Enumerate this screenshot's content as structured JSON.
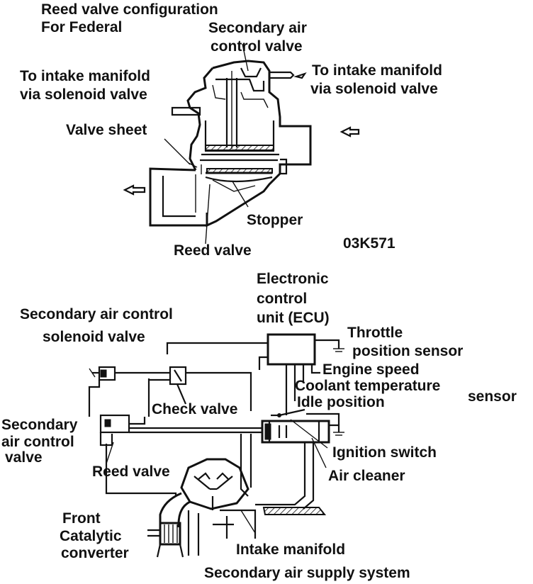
{
  "top_diagram": {
    "title_line1": "Reed valve configuration",
    "title_line2": "For Federal",
    "secondary_air_control_valve_line1": "Secondary air",
    "secondary_air_control_valve_line2": "control valve",
    "left_intake_line1": "To intake manifold",
    "left_intake_line2": "via solenoid valve",
    "right_intake_line1": "To intake manifold",
    "right_intake_line2": "via solenoid valve",
    "valve_sheet": "Valve sheet",
    "stopper": "Stopper",
    "reed_valve": "Reed valve",
    "figure_code": "03K571"
  },
  "bottom_diagram": {
    "ecu_line1": "Electronic",
    "ecu_line2": "control",
    "ecu_line3": "unit (ECU)",
    "solenoid_line1": "Secondary air control",
    "solenoid_line2": "solenoid valve",
    "throttle_line1": "Throttle",
    "throttle_line2": "position sensor",
    "engine_speed": "Engine speed",
    "coolant_temp": "Coolant temperature",
    "sensor": "sensor",
    "idle_position": "Idle position",
    "check_valve": "Check valve",
    "sac_valve_line1": "Secondary",
    "sac_valve_line2": "air control",
    "sac_valve_line3": "valve",
    "ignition_switch": "Ignition switch",
    "reed_valve": "Reed valve",
    "air_cleaner": "Air cleaner",
    "front_line1": "Front",
    "catalytic_line2": "Catalytic",
    "converter_line3": "converter",
    "intake_manifold": "Intake manifold",
    "system_title": "Secondary air supply system"
  }
}
